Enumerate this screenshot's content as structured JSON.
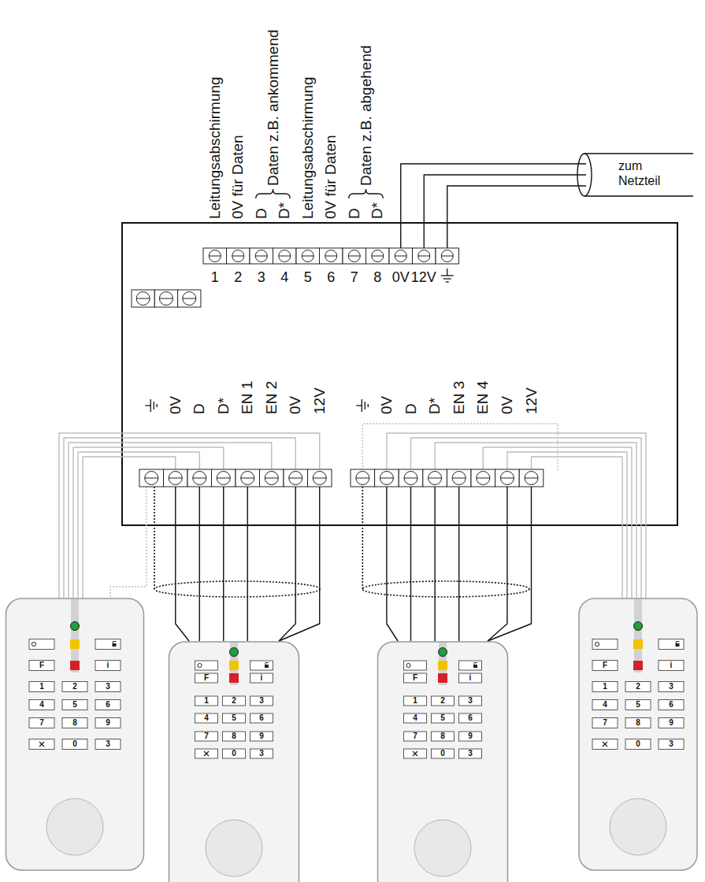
{
  "diagram": {
    "labels": [
      "Leitungsabschirmung",
      "0V für Daten",
      "D",
      "D*",
      "Daten z.B. ankommend",
      "Leitungsabschirmung",
      "0V für Daten",
      "D",
      "D*",
      "Daten z.B. abgehend",
      "zum Netzteil",
      "1",
      "2",
      "3",
      "4",
      "5",
      "6",
      "7",
      "8",
      "0V",
      "12V",
      "0V",
      "D",
      "D*",
      "EN 1",
      "EN 2",
      "0V",
      "12V",
      "0V",
      "D",
      "D*",
      "EN 3",
      "EN 4",
      "0V",
      "12V",
      "F",
      "i",
      "1",
      "2",
      "3",
      "4",
      "5",
      "6",
      "7",
      "8",
      "9",
      "0",
      "3",
      "F",
      "i",
      "1",
      "2",
      "3",
      "4",
      "5",
      "6",
      "7",
      "8",
      "9",
      "0",
      "3",
      "F",
      "i",
      "1",
      "2",
      "3",
      "4",
      "5",
      "6",
      "7",
      "8",
      "9",
      "0",
      "3",
      "F",
      "i",
      "1",
      "2",
      "3",
      "4",
      "5",
      "6",
      "7",
      "8",
      "9",
      "0",
      "3"
    ]
  }
}
